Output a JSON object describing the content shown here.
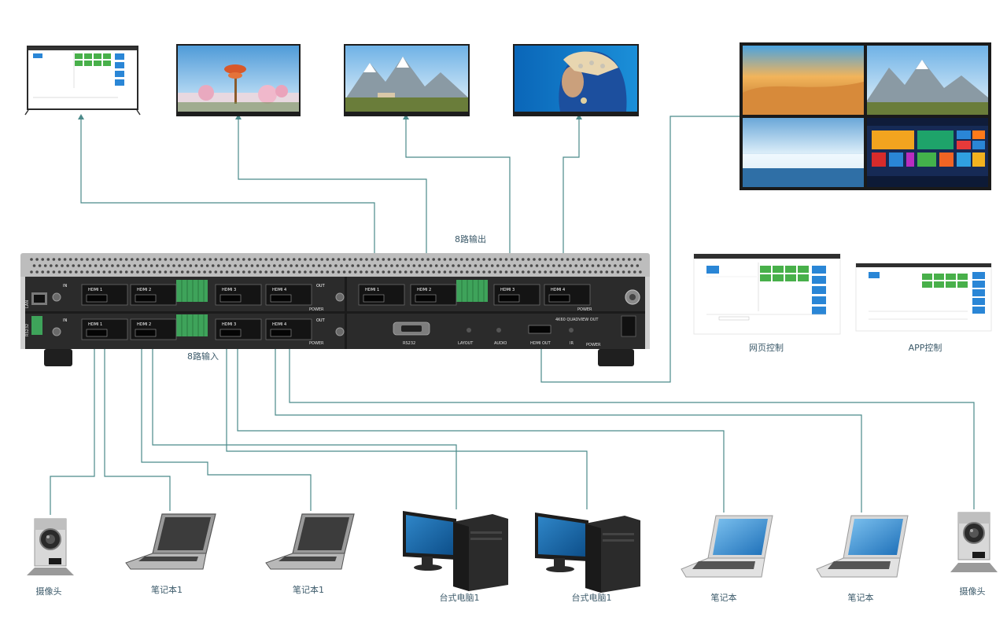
{
  "labels": {
    "outputs_8": "8路输出",
    "inputs_8": "8路输入",
    "web_control": "网页控制",
    "app_control": "APP控制"
  },
  "device": {
    "port_in": "IN",
    "port_out": "OUT",
    "hdmi1": "HDMI 1",
    "hdmi2": "HDMI 2",
    "hdmi3": "HDMI 3",
    "hdmi4": "HDMI 4",
    "power": "POWER",
    "rs232": "RS232",
    "layout": "LAYOUT",
    "audio": "AUDIO",
    "hdmi_out": "HDMI OUT",
    "ir": "IR",
    "quadview": "4K60 QUADVIEW OUT",
    "lan": "LAN",
    "rs232_side": "RS232"
  },
  "sources": [
    {
      "label": "摄像头"
    },
    {
      "label": "笔记本1"
    },
    {
      "label": "笔记本1"
    },
    {
      "label": "台式电脑1"
    },
    {
      "label": "台式电脑1"
    },
    {
      "label": "笔记本"
    },
    {
      "label": "笔记本"
    },
    {
      "label": "摄像头"
    }
  ],
  "colors": {
    "connector": "#4b8a8a",
    "chassis": "#2b2b2b",
    "panel_top": "#bdbdbd",
    "terminal": "#3ea35a",
    "ui_green": "#48b04a",
    "ui_blue": "#2a86d6"
  }
}
